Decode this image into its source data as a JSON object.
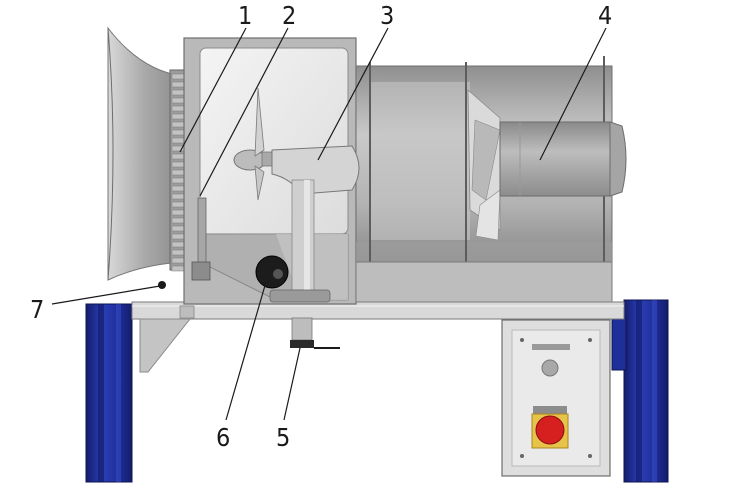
{
  "diagram": {
    "callouts": [
      {
        "id": "1",
        "label": "1"
      },
      {
        "id": "2",
        "label": "2"
      },
      {
        "id": "3",
        "label": "3"
      },
      {
        "id": "4",
        "label": "4"
      },
      {
        "id": "5",
        "label": "5"
      },
      {
        "id": "6",
        "label": "6"
      },
      {
        "id": "7",
        "label": "7"
      }
    ],
    "colors": {
      "frame_blue": "#1f2f9a",
      "frame_blue_dark": "#131c6b",
      "housing_grey": "#a8a8a8",
      "housing_dark": "#7e7e7e",
      "estop_red": "#d62020",
      "estop_yellow": "#e8c34a"
    }
  }
}
